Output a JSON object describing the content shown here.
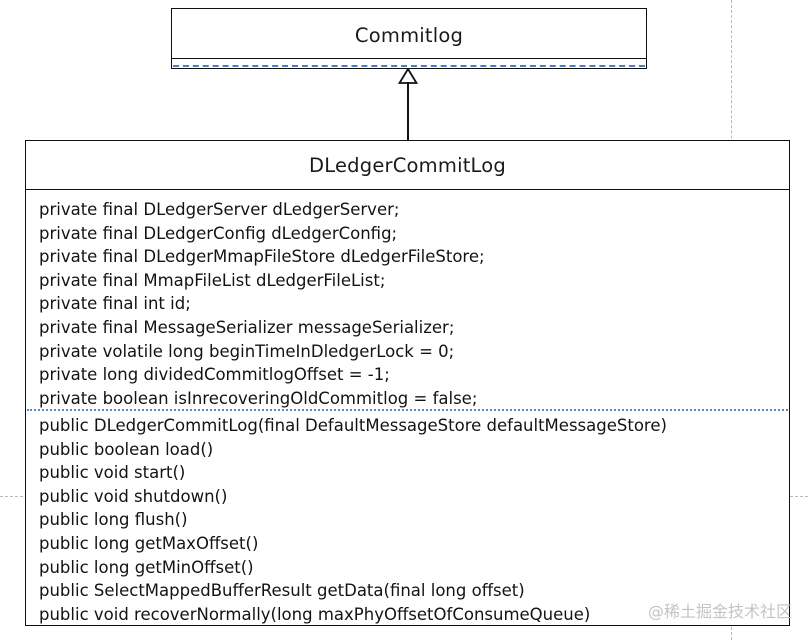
{
  "diagram": {
    "type": "uml-class-diagram",
    "relationship": "generalization",
    "watermark": "@稀土掘金技术社区",
    "colors": {
      "border": "#0f0f0f",
      "compartment_separator": "#5a8ac6",
      "guide_line": "#b9b9b9",
      "background": "#ffffff",
      "text": "#131313"
    }
  },
  "parent_class": {
    "name": "Commitlog",
    "attributes": [],
    "operations": []
  },
  "child_class": {
    "name": "DLedgerCommitLog",
    "attributes": [
      "private final DLedgerServer dLedgerServer;",
      "private final DLedgerConfig dLedgerConfig;",
      "private final DLedgerMmapFileStore dLedgerFileStore;",
      "private final MmapFileList dLedgerFileList;",
      "private final int id;",
      "private final MessageSerializer messageSerializer;",
      "private volatile long beginTimeInDledgerLock = 0;",
      "private long dividedCommitlogOffset = -1;",
      "private boolean isInrecoveringOldCommitlog = false;"
    ],
    "operations": [
      "public DLedgerCommitLog(final DefaultMessageStore defaultMessageStore)",
      "public boolean load()",
      "public void start()",
      "public void shutdown()",
      "public long flush()",
      "public long getMaxOffset()",
      "public long getMinOffset()",
      "public SelectMappedBufferResult getData(final long offset)",
      "public void recoverNormally(long maxPhyOffsetOfConsumeQueue)"
    ]
  }
}
